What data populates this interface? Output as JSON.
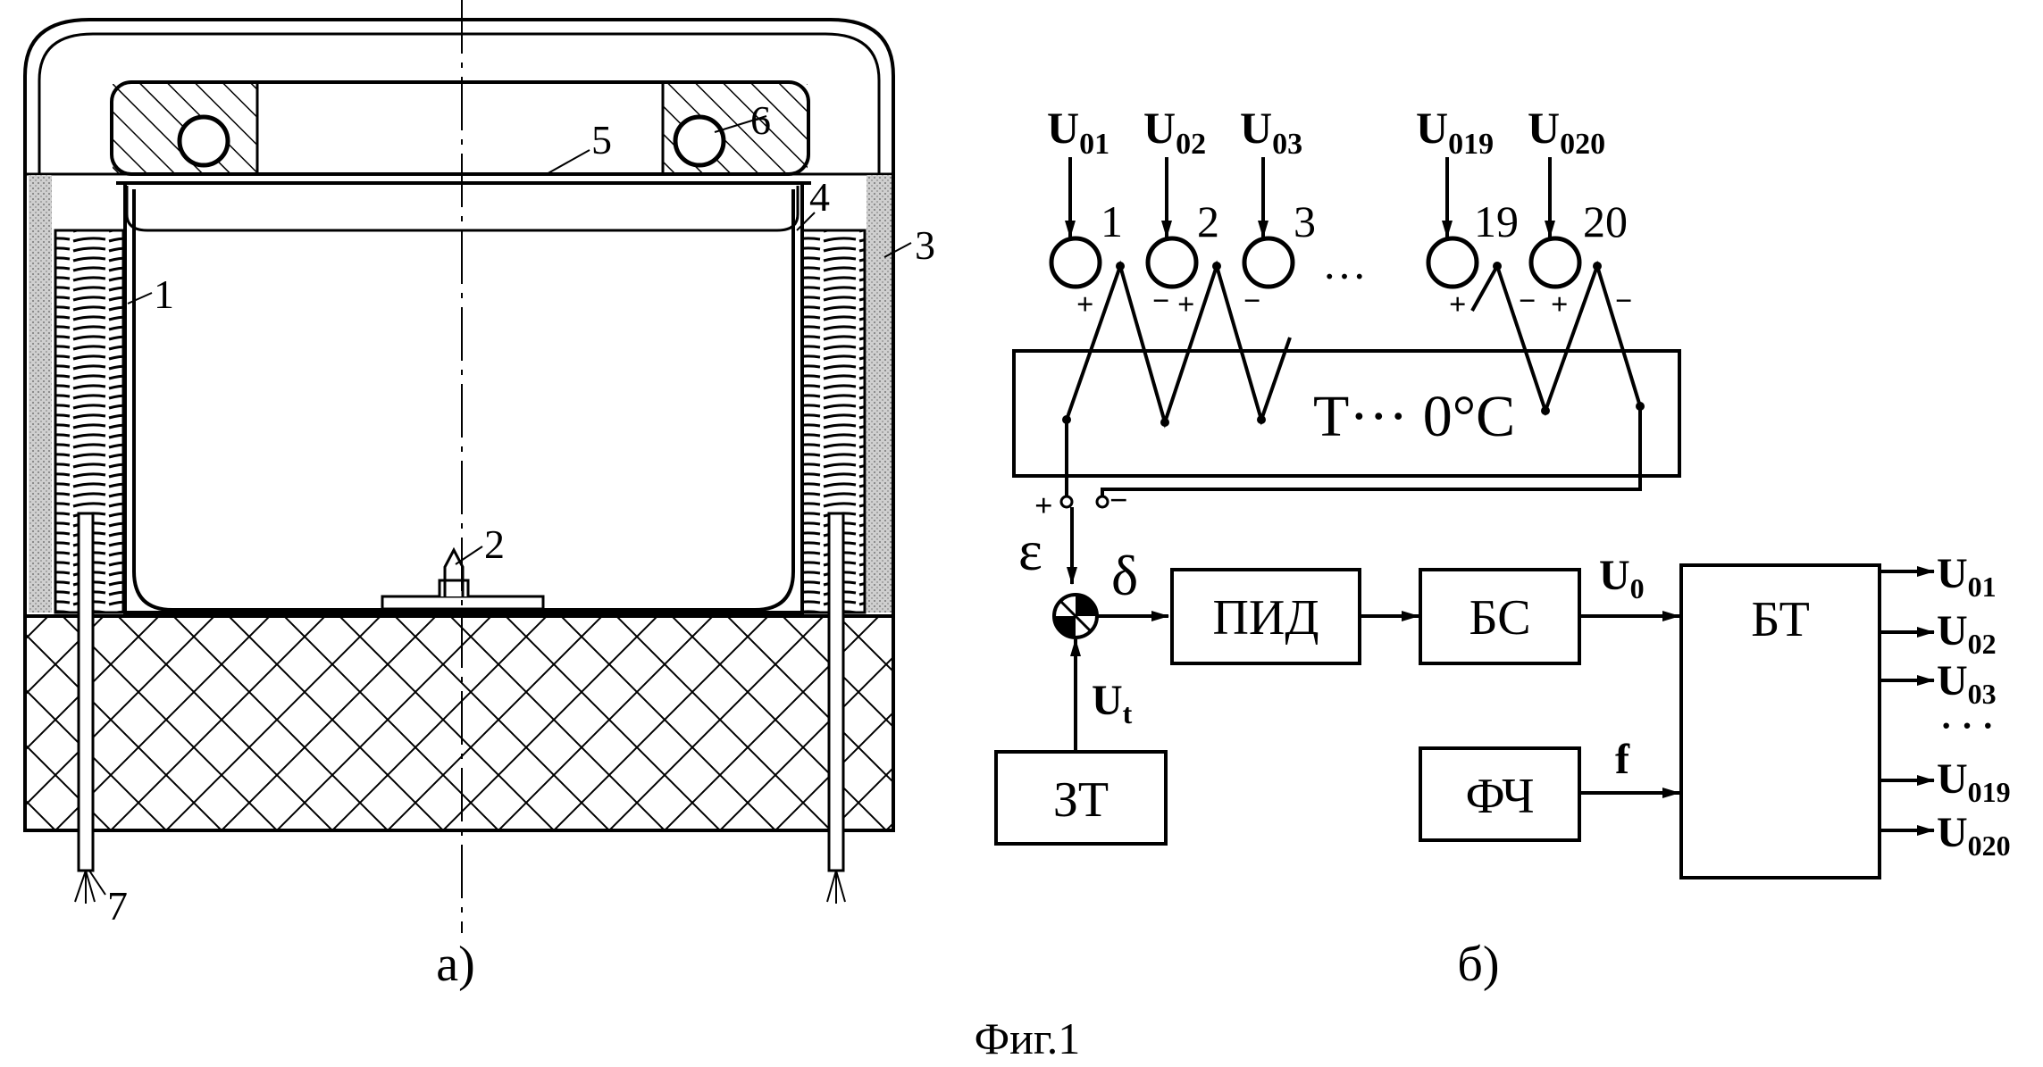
{
  "figure": {
    "caption": "Фиг.1",
    "sub_a": "а)",
    "sub_b": "б)"
  },
  "part_a": {
    "labels": {
      "l1": "1",
      "l2": "2",
      "l3": "3",
      "l4": "4",
      "l5": "5",
      "l6": "6",
      "l7": "7"
    }
  },
  "part_b": {
    "input_voltages": [
      {
        "base": "U",
        "sub": "01"
      },
      {
        "base": "U",
        "sub": "02"
      },
      {
        "base": "U",
        "sub": "03"
      },
      {
        "base": "U",
        "sub": "019"
      },
      {
        "base": "U",
        "sub": "020"
      }
    ],
    "thermocouple_numbers": [
      "1",
      "2",
      "3",
      "19",
      "20"
    ],
    "ellipsis": "…",
    "bath_label": "T··· 0°C",
    "plus": "+",
    "minus": "−",
    "epsilon": "ε",
    "delta": "δ",
    "blocks": {
      "pid": "ПИД",
      "bs": "БС",
      "bt": "БТ",
      "zt": "ЗТ",
      "fch": "ФЧ"
    },
    "signals": {
      "u0": {
        "base": "U",
        "sub": "0"
      },
      "ut": {
        "base": "U",
        "sub": "t"
      },
      "f": "f"
    },
    "output_voltages": [
      {
        "base": "U",
        "sub": "01"
      },
      {
        "base": "U",
        "sub": "02"
      },
      {
        "base": "U",
        "sub": "03"
      },
      {
        "base": "U",
        "sub": "019"
      },
      {
        "base": "U",
        "sub": "020"
      }
    ],
    "output_ellipsis": "· · ·"
  }
}
